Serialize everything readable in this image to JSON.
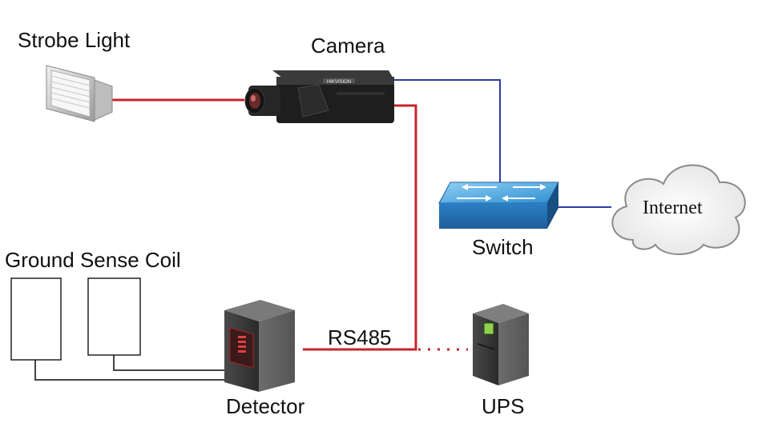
{
  "labels": {
    "strobe_light": "Strobe Light",
    "camera": "Camera",
    "switch": "Switch",
    "internet": "Internet",
    "ground_sense_coil": "Ground Sense Coil",
    "detector": "Detector",
    "rs485": "RS485",
    "ups": "UPS",
    "camera_brand": "HIKVISION"
  },
  "colors": {
    "red_link": "#c8242c",
    "blue_link": "#2b3aa8",
    "coil_wire": "#444444",
    "switch_blue": "#3d9bd8"
  },
  "icons": [
    "strobe-light-icon",
    "camera-icon",
    "switch-icon",
    "internet-cloud-icon",
    "coil-box-icon",
    "detector-cabinet-icon",
    "ups-cabinet-icon"
  ]
}
